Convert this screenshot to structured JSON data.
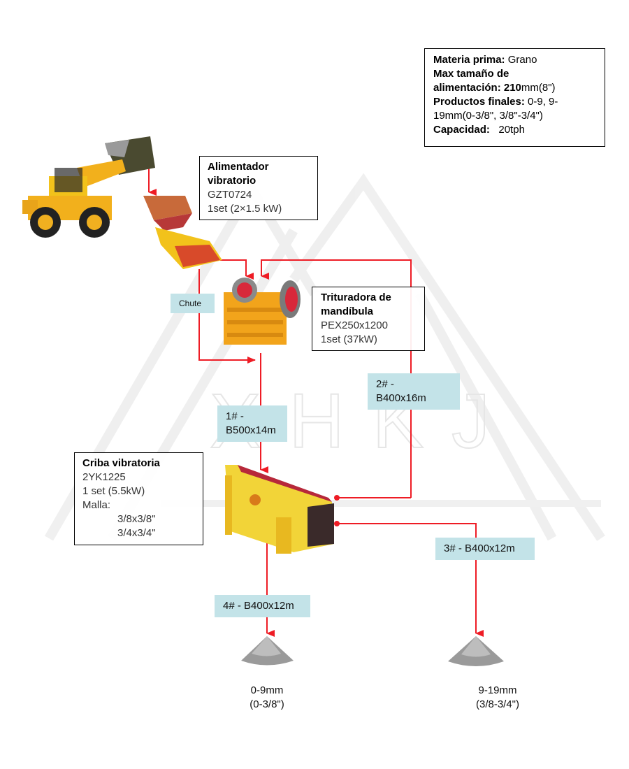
{
  "watermark": {
    "text": "XHKJ"
  },
  "specs": {
    "raw_material_label": "Materia prima:",
    "raw_material_value": "Grano",
    "max_feed_label_1": "Max tamaño de",
    "max_feed_label_2": "alimentación:",
    "max_feed_value_bold": "210",
    "max_feed_value_rest": "mm(8\")",
    "products_label": "Productos finales:",
    "products_value_1": "0-9, 9-",
    "products_value_2": "19mm(0-3/8\", 3/8\"-3/4\")",
    "capacity_label": "Capacidad:",
    "capacity_value": "20tph"
  },
  "equipment": {
    "feeder": {
      "name_1": "Alimentador",
      "name_2": "vibratorio",
      "model": "GZT0724",
      "qty": "1set  (2×1.5 kW)"
    },
    "crusher": {
      "name_1": "Trituradora de",
      "name_2": "mandíbula",
      "model": "PEX250x1200",
      "qty": "1set  (37kW)"
    },
    "screen": {
      "name": "Criba vibratoria",
      "model": "2YK1225",
      "qty": "1 set  (5.5kW)",
      "mesh_label": "Malla:",
      "mesh_1": "3/8x3/8\"",
      "mesh_2": "3/4x3/4\""
    }
  },
  "conveyors": {
    "chute": "Chute",
    "c1_line1": "1# -",
    "c1_line2": "B500x14m",
    "c2_line1": "2# -",
    "c2_line2": "B400x16m",
    "c3": "3# - B400x12m",
    "c4": "4# - B400x12m"
  },
  "products": {
    "p1_size": "0-9mm",
    "p1_inch": "(0-3/8\")",
    "p2_size": "9-19mm",
    "p2_inch": "(3/8-3/4\")"
  },
  "colors": {
    "flow_line": "#ee1c25",
    "tag_fill": "#c3e3e8",
    "machine_yellow": "#f2c21b",
    "machine_red": "#c8343a"
  }
}
